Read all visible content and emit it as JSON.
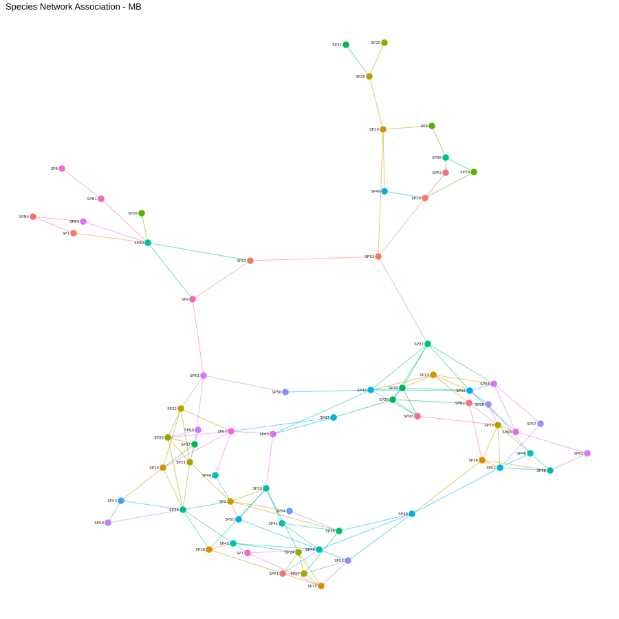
{
  "title": "Species Network Association - MB",
  "chart_data": {
    "type": "network",
    "edge_opacity": 0.55,
    "nodes": [
      {
        "id": "SP31",
        "label": "SP31",
        "color": "#00b84f"
      },
      {
        "id": "SP25",
        "label": "SP25",
        "color": "#99a800"
      },
      {
        "id": "SP20",
        "label": "SP20",
        "color": "#b5a000"
      },
      {
        "id": "SP19",
        "label": "SP19",
        "color": "#cc9a00"
      },
      {
        "id": "SP3",
        "label": "SP3",
        "color": "#53b400"
      },
      {
        "id": "SP36",
        "label": "SP36",
        "color": "#00c089"
      },
      {
        "id": "SPP2",
        "label": "SPP2",
        "color": "#f4707f"
      },
      {
        "id": "SP29",
        "label": "SP29",
        "color": "#53b400"
      },
      {
        "id": "SP49",
        "label": "SP49",
        "color": "#00aee0"
      },
      {
        "id": "SP10",
        "label": "SP10",
        "color": "#ed8060"
      },
      {
        "id": "SP11",
        "label": "SP11",
        "color": "#ed8060"
      },
      {
        "id": "SP8",
        "label": "SP8",
        "color": "#ff66c7"
      },
      {
        "id": "SPN1",
        "label": "SPN1",
        "color": "#ef67b5"
      },
      {
        "id": "SPN4",
        "label": "SPN4",
        "color": "#f4707f"
      },
      {
        "id": "SP64",
        "label": "SP64",
        "color": "#dc71fa"
      },
      {
        "id": "SP1",
        "label": "SP1",
        "color": "#ed8060"
      },
      {
        "id": "SP28",
        "label": "SP28",
        "color": "#53b400"
      },
      {
        "id": "SP40",
        "label": "SP40",
        "color": "#00bfa5"
      },
      {
        "id": "SP12",
        "label": "SP12",
        "color": "#ed8060"
      },
      {
        "id": "SP9",
        "label": "SP9",
        "color": "#ef67b5"
      },
      {
        "id": "SP37",
        "label": "SP37",
        "color": "#00bf8c"
      },
      {
        "id": "SP13",
        "label": "SP13",
        "color": "#db8e00"
      },
      {
        "id": "SP63",
        "label": "SP63",
        "color": "#dc71fa"
      },
      {
        "id": "SP42",
        "label": "SP42",
        "color": "#00b3e0"
      },
      {
        "id": "SP33",
        "label": "SP33",
        "color": "#00b84f"
      },
      {
        "id": "SP52",
        "label": "SP52",
        "color": "#00a5ff"
      },
      {
        "id": "SP30",
        "label": "SP30",
        "color": "#00b84f"
      },
      {
        "id": "SPN2",
        "label": "SPN2",
        "color": "#f4707f"
      },
      {
        "id": "SP58",
        "label": "SP58",
        "color": "#a58afe"
      },
      {
        "id": "SP57",
        "label": "SP57",
        "color": "#a58afe"
      },
      {
        "id": "SP47",
        "label": "SP47",
        "color": "#00aee0"
      },
      {
        "id": "SPN3",
        "label": "SPN3",
        "color": "#f4707f"
      },
      {
        "id": "SP23",
        "label": "SP23",
        "color": "#b5a000"
      },
      {
        "id": "SP66",
        "label": "SP66",
        "color": "#e36ee4"
      },
      {
        "id": "SP62",
        "label": "SP62",
        "color": "#dc71fa"
      },
      {
        "id": "SP46",
        "label": "SP46",
        "color": "#00c0c0"
      },
      {
        "id": "SP16",
        "label": "SP16",
        "color": "#db8e00"
      },
      {
        "id": "SP51",
        "label": "SP51",
        "color": "#00aee0"
      },
      {
        "id": "SP38",
        "label": "SP38",
        "color": "#00bfa5"
      },
      {
        "id": "SP61",
        "label": "SP61",
        "color": "#c87dfa"
      },
      {
        "id": "SP56",
        "label": "SP56",
        "color": "#8e8ff4"
      },
      {
        "id": "SP22",
        "label": "SP22",
        "color": "#b5a000"
      },
      {
        "id": "SP60",
        "label": "SP60",
        "color": "#c87dfa"
      },
      {
        "id": "SP67",
        "label": "SP67",
        "color": "#ef67e0"
      },
      {
        "id": "SP65",
        "label": "SP65",
        "color": "#e36ee4"
      },
      {
        "id": "SP26",
        "label": "SP26",
        "color": "#99a800"
      },
      {
        "id": "SP32",
        "label": "SP32",
        "color": "#00b84f"
      },
      {
        "id": "SP21",
        "label": "SP21",
        "color": "#b5a000"
      },
      {
        "id": "SP14",
        "label": "SP14",
        "color": "#db8e00"
      },
      {
        "id": "SP44",
        "label": "SP44",
        "color": "#00c0c0"
      },
      {
        "id": "SP53",
        "label": "SP53",
        "color": "#3e9eff"
      },
      {
        "id": "SP34",
        "label": "SP34",
        "color": "#00bf8c"
      },
      {
        "id": "SP59",
        "label": "SP59",
        "color": "#c87dfa"
      },
      {
        "id": "SP2",
        "label": "SP2",
        "color": "#cc9a00"
      },
      {
        "id": "SP39",
        "label": "SP39",
        "color": "#00bfa5"
      },
      {
        "id": "SP54",
        "label": "SP54",
        "color": "#6b9efc"
      },
      {
        "id": "SP50",
        "label": "SP50",
        "color": "#00aee0"
      },
      {
        "id": "SP41",
        "label": "SP41",
        "color": "#00c0b0"
      },
      {
        "id": "SP35",
        "label": "SP35",
        "color": "#00bf70"
      },
      {
        "id": "SP48",
        "label": "SP48",
        "color": "#00aee0"
      },
      {
        "id": "SP43",
        "label": "SP43",
        "color": "#00c0b0"
      },
      {
        "id": "SP18",
        "label": "SP18",
        "color": "#db8e00"
      },
      {
        "id": "SP7",
        "label": "SP7",
        "color": "#ff66c7"
      },
      {
        "id": "SP24",
        "label": "SP24",
        "color": "#99a800"
      },
      {
        "id": "SP45",
        "label": "SP45",
        "color": "#00b8c8"
      },
      {
        "id": "SP55",
        "label": "SP55",
        "color": "#8e8ff4"
      },
      {
        "id": "SPP1",
        "label": "SPP1",
        "color": "#f4707f"
      },
      {
        "id": "SP27",
        "label": "SP27",
        "color": "#99a800"
      },
      {
        "id": "SP15",
        "label": "SP15",
        "color": "#db8e00"
      }
    ],
    "edges": [
      [
        "SP31",
        "SP20"
      ],
      [
        "SP25",
        "SP20"
      ],
      [
        "SP20",
        "SP19"
      ],
      [
        "SP19",
        "SP3"
      ],
      [
        "SP3",
        "SP36"
      ],
      [
        "SP36",
        "SPP2"
      ],
      [
        "SP36",
        "SP29"
      ],
      [
        "SPP2",
        "SP10"
      ],
      [
        "SP29",
        "SP10"
      ],
      [
        "SP19",
        "SP49"
      ],
      [
        "SP49",
        "SP10"
      ],
      [
        "SP19",
        "SP11"
      ],
      [
        "SP10",
        "SP11"
      ],
      [
        "SP11",
        "SP12"
      ],
      [
        "SP11",
        "SP37"
      ],
      [
        "SP8",
        "SPN1"
      ],
      [
        "SPN1",
        "SP40"
      ],
      [
        "SPN4",
        "SP64"
      ],
      [
        "SPN4",
        "SP1"
      ],
      [
        "SP64",
        "SP40"
      ],
      [
        "SP1",
        "SP40"
      ],
      [
        "SP28",
        "SP40"
      ],
      [
        "SP40",
        "SP12"
      ],
      [
        "SP40",
        "SP9"
      ],
      [
        "SP12",
        "SP9"
      ],
      [
        "SP9",
        "SP61"
      ],
      [
        "SP37",
        "SP42"
      ],
      [
        "SP37",
        "SP33"
      ],
      [
        "SP37",
        "SP52"
      ],
      [
        "SP37",
        "SP63"
      ],
      [
        "SP37",
        "SP30"
      ],
      [
        "SP13",
        "SP42"
      ],
      [
        "SP13",
        "SP33"
      ],
      [
        "SP13",
        "SP63"
      ],
      [
        "SP13",
        "SPN2"
      ],
      [
        "SP13",
        "SP52"
      ],
      [
        "SP42",
        "SP56"
      ],
      [
        "SP42",
        "SP33"
      ],
      [
        "SP42",
        "SP52"
      ],
      [
        "SP42",
        "SPN3"
      ],
      [
        "SP42",
        "SP65"
      ],
      [
        "SP33",
        "SP52"
      ],
      [
        "SP33",
        "SP30"
      ],
      [
        "SP33",
        "SPN3"
      ],
      [
        "SP30",
        "SP47"
      ],
      [
        "SP30",
        "SPN3"
      ],
      [
        "SP30",
        "SP58"
      ],
      [
        "SP52",
        "SP58"
      ],
      [
        "SP52",
        "SP63"
      ],
      [
        "SP52",
        "SP66"
      ],
      [
        "SP63",
        "SP57"
      ],
      [
        "SP63",
        "SP66"
      ],
      [
        "SP58",
        "SP23"
      ],
      [
        "SP58",
        "SP46"
      ],
      [
        "SPN2",
        "SP16"
      ],
      [
        "SPN2",
        "SP23"
      ],
      [
        "SPN3",
        "SP23"
      ],
      [
        "SP23",
        "SP16"
      ],
      [
        "SP23",
        "SP51"
      ],
      [
        "SP23",
        "SP46"
      ],
      [
        "SP23",
        "SP66"
      ],
      [
        "SP66",
        "SP62"
      ],
      [
        "SP57",
        "SP51"
      ],
      [
        "SP46",
        "SP51"
      ],
      [
        "SP46",
        "SP38"
      ],
      [
        "SP62",
        "SP38"
      ],
      [
        "SP16",
        "SP51"
      ],
      [
        "SP16",
        "SP38"
      ],
      [
        "SP16",
        "SP48"
      ],
      [
        "SP51",
        "SP48"
      ],
      [
        "SP51",
        "SP38"
      ],
      [
        "SP48",
        "SP35"
      ],
      [
        "SP48",
        "SP55"
      ],
      [
        "SP48",
        "SP45"
      ],
      [
        "SP47",
        "SP67"
      ],
      [
        "SP47",
        "SP65"
      ],
      [
        "SP61",
        "SP56"
      ],
      [
        "SP61",
        "SP22"
      ],
      [
        "SP61",
        "SP32"
      ],
      [
        "SP22",
        "SP67"
      ],
      [
        "SP22",
        "SP26"
      ],
      [
        "SP22",
        "SP21"
      ],
      [
        "SP22",
        "SP14"
      ],
      [
        "SP60",
        "SP26"
      ],
      [
        "SP60",
        "SP32"
      ],
      [
        "SP67",
        "SP26"
      ],
      [
        "SP67",
        "SP14"
      ],
      [
        "SP67",
        "SP44"
      ],
      [
        "SP65",
        "SP67"
      ],
      [
        "SP65",
        "SP39"
      ],
      [
        "SP26",
        "SP32"
      ],
      [
        "SP26",
        "SP21"
      ],
      [
        "SP26",
        "SP34"
      ],
      [
        "SP32",
        "SP21"
      ],
      [
        "SP32",
        "SP14"
      ],
      [
        "SP21",
        "SP2"
      ],
      [
        "SP21",
        "SP34"
      ],
      [
        "SP14",
        "SP53"
      ],
      [
        "SP14",
        "SP34"
      ],
      [
        "SP44",
        "SP2"
      ],
      [
        "SP53",
        "SP34"
      ],
      [
        "SP53",
        "SP59"
      ],
      [
        "SP59",
        "SP34"
      ],
      [
        "SP34",
        "SP2"
      ],
      [
        "SP34",
        "SP43"
      ],
      [
        "SP34",
        "SP18"
      ],
      [
        "SP2",
        "SP39"
      ],
      [
        "SP2",
        "SP50"
      ],
      [
        "SP2",
        "SP54"
      ],
      [
        "SP2",
        "SP35"
      ],
      [
        "SP39",
        "SP50"
      ],
      [
        "SP39",
        "SP41"
      ],
      [
        "SP39",
        "SP24"
      ],
      [
        "SP39",
        "SP18"
      ],
      [
        "SP54",
        "SP35"
      ],
      [
        "SP50",
        "SP45"
      ],
      [
        "SP41",
        "SP35"
      ],
      [
        "SP41",
        "SP45"
      ],
      [
        "SP35",
        "SP27"
      ],
      [
        "SP43",
        "SP45"
      ],
      [
        "SP43",
        "SP7"
      ],
      [
        "SP43",
        "SP24"
      ],
      [
        "SP18",
        "SP15"
      ],
      [
        "SP7",
        "SP45"
      ],
      [
        "SP7",
        "SP15"
      ],
      [
        "SP24",
        "SPP1"
      ],
      [
        "SP24",
        "SP27"
      ],
      [
        "SP24",
        "SP15"
      ],
      [
        "SP45",
        "SP55"
      ],
      [
        "SP45",
        "SPP1"
      ],
      [
        "SP55",
        "SP27"
      ],
      [
        "SP55",
        "SP15"
      ],
      [
        "SPP1",
        "SP27"
      ],
      [
        "SP27",
        "SP15"
      ],
      [
        "SP18",
        "SP43"
      ]
    ]
  }
}
